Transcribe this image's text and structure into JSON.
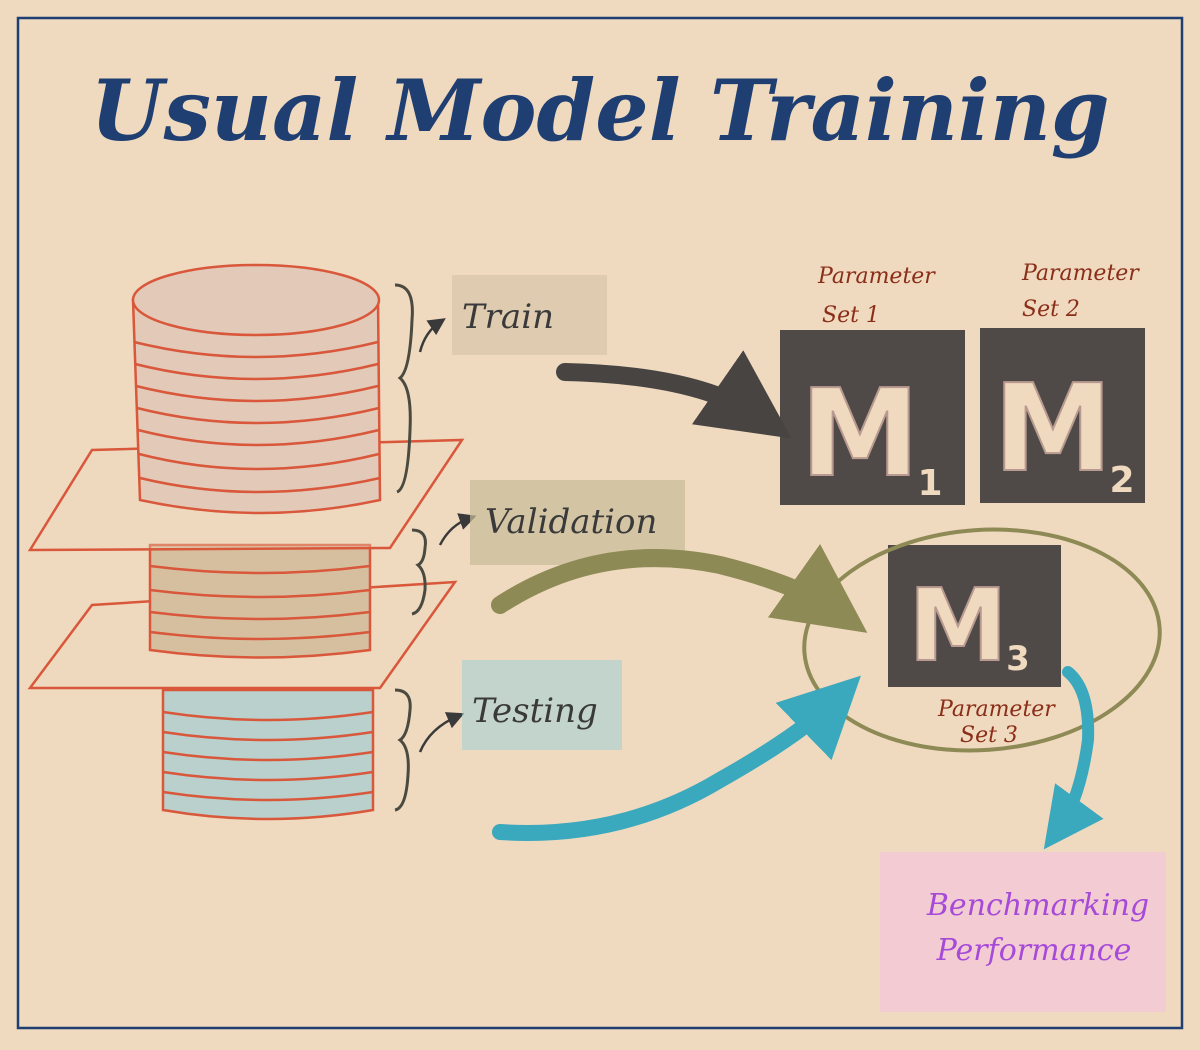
{
  "title": "Usual Model Training",
  "splits": {
    "train": "Train",
    "validation": "Validation",
    "testing": "Testing"
  },
  "models": [
    {
      "letter": "M",
      "sub": "1",
      "param_line1": "Parameter",
      "param_line2": "Set 1"
    },
    {
      "letter": "M",
      "sub": "2",
      "param_line1": "Parameter",
      "param_line2": "Set 2"
    },
    {
      "letter": "M",
      "sub": "3",
      "param_line1": "Parameter",
      "param_line2": "Set 3"
    }
  ],
  "benchmark": {
    "line1": "Benchmarking",
    "line2": "Performance"
  },
  "colors": {
    "background": "#efd9bf",
    "frame": "#1f3f73",
    "cylinder_stroke": "#d9573a",
    "train_fill": "#e3c9b8",
    "validation_fill": "#d6bf9f",
    "testing_fill": "#b9d0cc",
    "model_box": "#4f4a47",
    "arrow_dark": "#474442",
    "arrow_olive": "#8d8a55",
    "arrow_teal": "#3aa8bd",
    "bench_box": "#f3c9d6"
  }
}
